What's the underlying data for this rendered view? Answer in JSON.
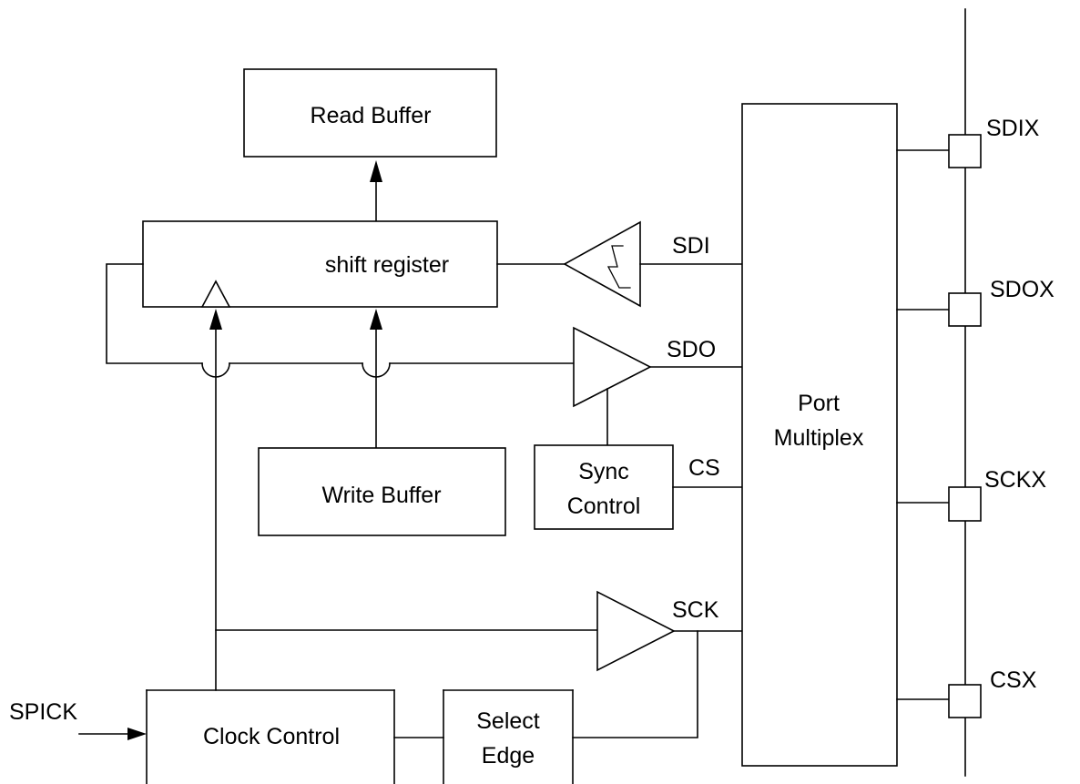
{
  "diagram": {
    "blocks": {
      "read_buffer": "Read Buffer",
      "shift_register": "shift register",
      "write_buffer": "Write Buffer",
      "sync_control": [
        "Sync",
        "Control"
      ],
      "port_multiplex": [
        "Port",
        "Multiplex"
      ],
      "clock_control": "Clock Control",
      "select_edge": [
        "Select",
        "Edge"
      ]
    },
    "signals": {
      "sdi": "SDI",
      "sdo": "SDO",
      "cs": "CS",
      "sck": "SCK",
      "spick": "SPICK"
    },
    "pins": {
      "sdix": "SDIX",
      "sdox": "SDOX",
      "sckx": "SCKX",
      "csx": "CSX"
    }
  }
}
